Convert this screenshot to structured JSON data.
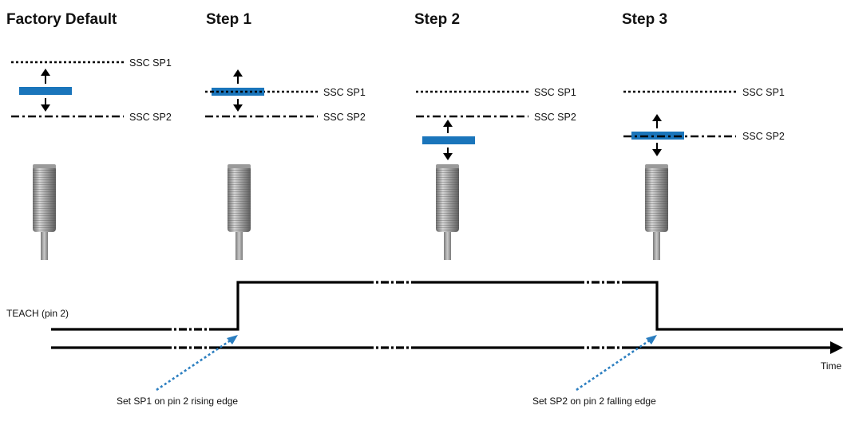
{
  "steps": [
    {
      "title": "Factory Default",
      "sp1_label": "SSC SP1",
      "sp2_label": "SSC SP2"
    },
    {
      "title": "Step 1",
      "sp1_label": "SSC SP1",
      "sp2_label": "SSC SP2"
    },
    {
      "title": "Step 2",
      "sp1_label": "SSC SP1",
      "sp2_label": "SSC SP2"
    },
    {
      "title": "Step 3",
      "sp1_label": "SSC SP1",
      "sp2_label": "SSC SP2"
    }
  ],
  "timing": {
    "teach_label": "TEACH (pin 2)",
    "time_label": "Time",
    "annotation_rise": "Set SP1 on pin 2 rising edge",
    "annotation_fall": "Set SP2 on pin 2 falling edge"
  },
  "colors": {
    "target": "#1a75bb",
    "signal": "#000000",
    "annotation": "#2b7ec0",
    "sensor": "#8a8a8a"
  }
}
